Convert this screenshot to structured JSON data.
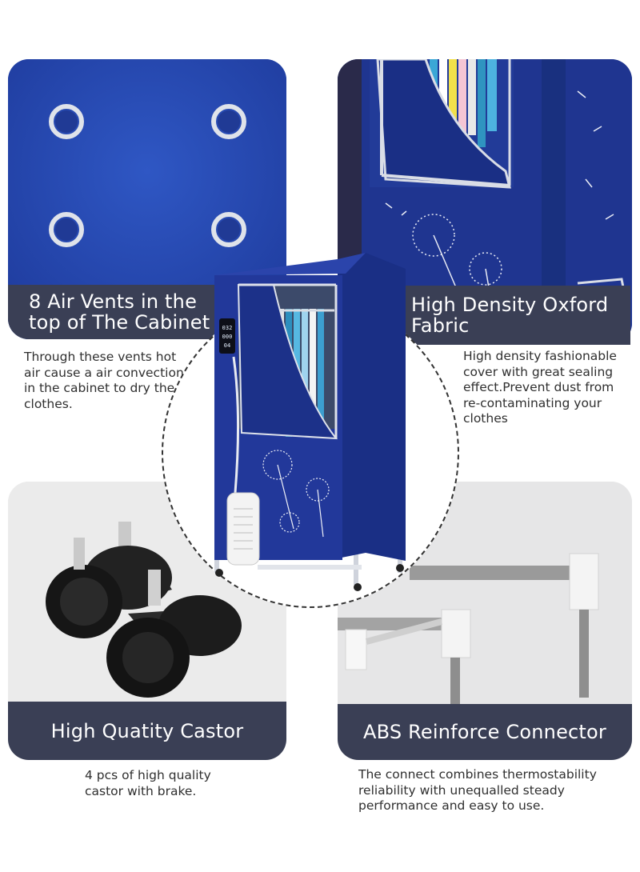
{
  "features": [
    {
      "title_line1": "8 Air Vents in the",
      "title_line2": "top of The Cabinet",
      "desc_lines": [
        "Through these vents hot",
        "air cause a air convection",
        "in the cabinet to dry the",
        "clothes."
      ]
    },
    {
      "title_line1": "High Density Oxford",
      "title_line2": "Fabric",
      "desc_lines": [
        "High density fashionable",
        "cover with great sealing",
        "effect.Prevent dust from",
        "re-contaminating your",
        "clothes"
      ]
    },
    {
      "title": "High Quatity Castor",
      "desc_lines": [
        "4 pcs of high quality",
        "castor with brake."
      ]
    },
    {
      "title": "ABS Reinforce Connector",
      "desc_lines": [
        "The connect combines thermostability",
        "reliability with unequalled steady",
        "performance and easy to use."
      ]
    }
  ],
  "control_panel": {
    "display_top": "032",
    "display_mid": "000",
    "display_low": "04"
  },
  "colors": {
    "navy": "#1f3590",
    "label_bar": "#3a3f55",
    "accent_gray": "#e9e9ea"
  }
}
